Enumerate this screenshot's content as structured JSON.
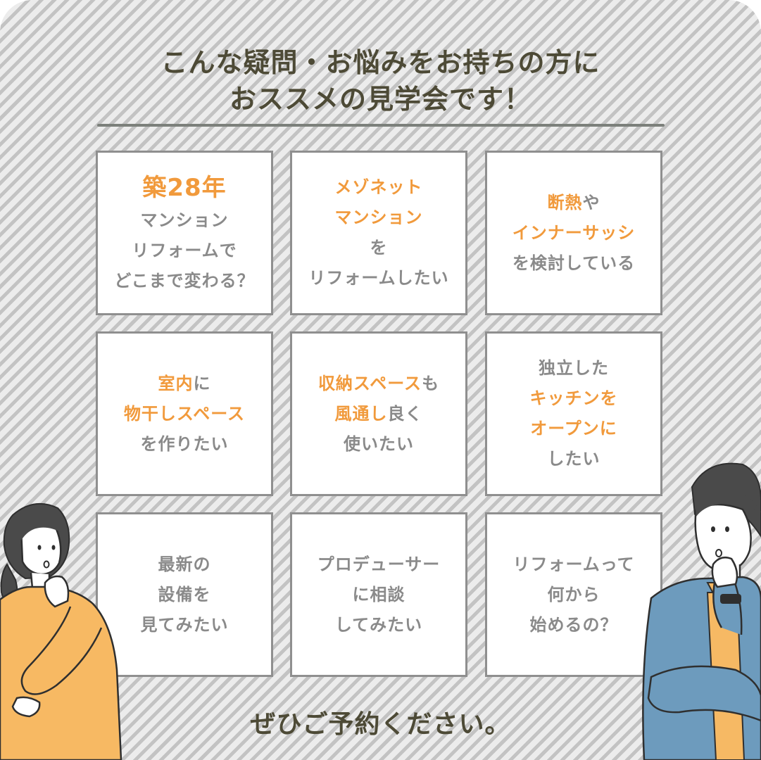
{
  "headline": {
    "line1": "こんな疑問・お悩みをお持ちの方に",
    "line2": "おススメの見学会です！"
  },
  "cards": [
    {
      "lines": [
        [
          {
            "t": "築28年",
            "c": "o"
          }
        ],
        [
          {
            "t": "マンション",
            "c": "g"
          }
        ],
        [
          {
            "t": "リフォームで",
            "c": "g"
          }
        ],
        [
          {
            "t": "どこまで変わる？",
            "c": "g"
          }
        ]
      ]
    },
    {
      "lines": [
        [
          {
            "t": "メゾネット",
            "c": "o"
          }
        ],
        [
          {
            "t": "マンション",
            "c": "o"
          }
        ],
        [
          {
            "t": "を",
            "c": "g"
          }
        ],
        [
          {
            "t": "リフォームしたい",
            "c": "g"
          }
        ]
      ]
    },
    {
      "lines": [
        [
          {
            "t": "断熱",
            "c": "o"
          },
          {
            "t": "や",
            "c": "g"
          }
        ],
        [
          {
            "t": "インナーサッシ",
            "c": "o"
          }
        ],
        [
          {
            "t": "を検討している",
            "c": "g"
          }
        ]
      ]
    },
    {
      "lines": [
        [
          {
            "t": "室内",
            "c": "o"
          },
          {
            "t": "に",
            "c": "g"
          }
        ],
        [
          {
            "t": "物干しスペース",
            "c": "o"
          }
        ],
        [
          {
            "t": "を作りたい",
            "c": "g"
          }
        ]
      ]
    },
    {
      "lines": [
        [
          {
            "t": "収納スペース",
            "c": "o"
          },
          {
            "t": "も",
            "c": "g"
          }
        ],
        [
          {
            "t": "風通し",
            "c": "o"
          },
          {
            "t": "良く",
            "c": "g"
          }
        ],
        [
          {
            "t": "使いたい",
            "c": "g"
          }
        ]
      ]
    },
    {
      "lines": [
        [
          {
            "t": "独立した",
            "c": "g"
          }
        ],
        [
          {
            "t": "キッチンを",
            "c": "o"
          }
        ],
        [
          {
            "t": "オープンに",
            "c": "o"
          }
        ],
        [
          {
            "t": "したい",
            "c": "g"
          }
        ]
      ]
    },
    {
      "lines": [
        [
          {
            "t": "最新の",
            "c": "g"
          }
        ],
        [
          {
            "t": "設備を",
            "c": "g"
          }
        ],
        [
          {
            "t": "見てみたい",
            "c": "g"
          }
        ]
      ]
    },
    {
      "lines": [
        [
          {
            "t": "プロデューサー",
            "c": "g"
          }
        ],
        [
          {
            "t": "に相談",
            "c": "g"
          }
        ],
        [
          {
            "t": "してみたい",
            "c": "g"
          }
        ]
      ]
    },
    {
      "lines": [
        [
          {
            "t": "リフォームって",
            "c": "g"
          }
        ],
        [
          {
            "t": "何から",
            "c": "g"
          }
        ],
        [
          {
            "t": "始めるの？",
            "c": "g"
          }
        ]
      ]
    }
  ],
  "closing": "ぜひご予約ください。",
  "colors": {
    "accent": "#f19a3c",
    "text_gray": "#8a8a8a",
    "headline": "#4d4a36"
  },
  "icons": {
    "left": "woman-thinking-illustration",
    "right": "man-thinking-illustration"
  }
}
